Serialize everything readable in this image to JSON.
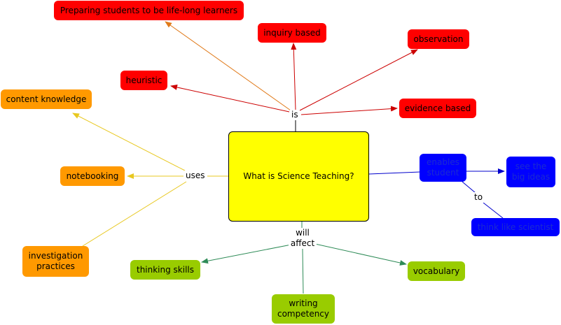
{
  "center": "What is Science Teaching?",
  "links": {
    "is": "is",
    "uses": "uses",
    "will_affect_1": "will",
    "will_affect_2": "affect",
    "enables_1": "enables",
    "enables_2": "student",
    "to": "to"
  },
  "nodes": {
    "lifelong": "Preparing students to be life-long learners",
    "inquiry": "inquiry based",
    "observation": "observation",
    "heuristic": "heuristic",
    "evidence": "evidence based",
    "content": "content knowledge",
    "notebooking": "notebooking",
    "investigation_1": "investigation",
    "investigation_2": "practices",
    "thinking": "thinking skills",
    "vocabulary": "vocabulary",
    "writing_1": "writing",
    "writing_2": "competency",
    "bigideas_1": "see the",
    "bigideas_2": "big ideas",
    "scientist": "think like scientist"
  },
  "colors": {
    "red": "#ff0000",
    "orange": "#ff9900",
    "blue": "#0000ff",
    "green": "#99cc00",
    "center": "#ffff00",
    "red_line": "#cc0000",
    "orange_line": "#e07a1a",
    "yellow_line": "#e8c820",
    "blue_line": "#0000cc",
    "green_line": "#2e8b57"
  }
}
